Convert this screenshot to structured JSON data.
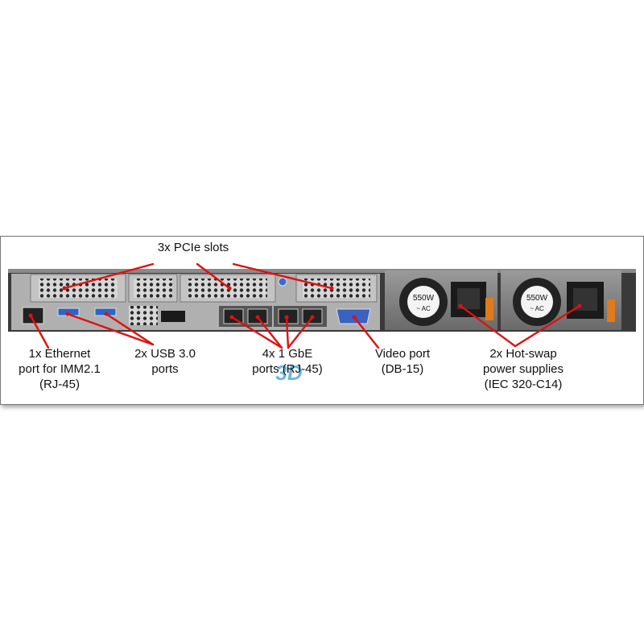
{
  "title": "3x PCIe slots",
  "callouts": {
    "ethernet": [
      "1x Ethernet",
      "port for IMM2.1",
      "(RJ-45)"
    ],
    "usb": [
      "2x USB 3.0",
      "ports"
    ],
    "gbe": [
      "4x 1 GbE",
      "ports (RJ-45)"
    ],
    "video": [
      "Video port",
      "(DB-15)"
    ],
    "psu": [
      "2x Hot-swap",
      "power supplies",
      "(IEC 320-C14)"
    ]
  },
  "psu_rating": [
    "550W",
    "~ AC"
  ],
  "watermark": "3D",
  "colors": {
    "callout_arrow": "#e01010",
    "chassis": "#3a3a3a",
    "usb_port": "#2a66c8",
    "video_port": "#3a62c0"
  }
}
